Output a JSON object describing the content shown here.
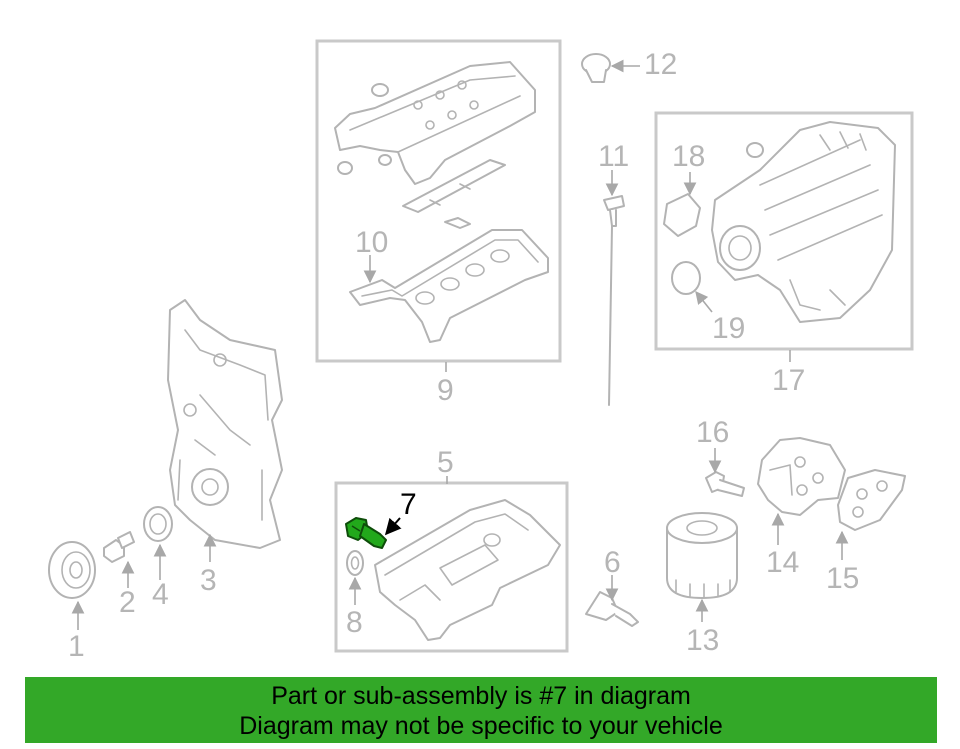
{
  "diagram": {
    "callouts": {
      "c1": "1",
      "c2": "2",
      "c3": "3",
      "c4": "4",
      "c5": "5",
      "c6": "6",
      "c7": "7",
      "c8": "8",
      "c9": "9",
      "c10": "10",
      "c11": "11",
      "c12": "12",
      "c13": "13",
      "c14": "14",
      "c15": "15",
      "c16": "16",
      "c17": "17",
      "c18": "18",
      "c19": "19"
    },
    "highlight_color": "#22a81b"
  },
  "banner": {
    "line1": "Part or sub-assembly is #7 in diagram",
    "line2": "Diagram may not be specific to your vehicle",
    "background": "#33a828"
  }
}
